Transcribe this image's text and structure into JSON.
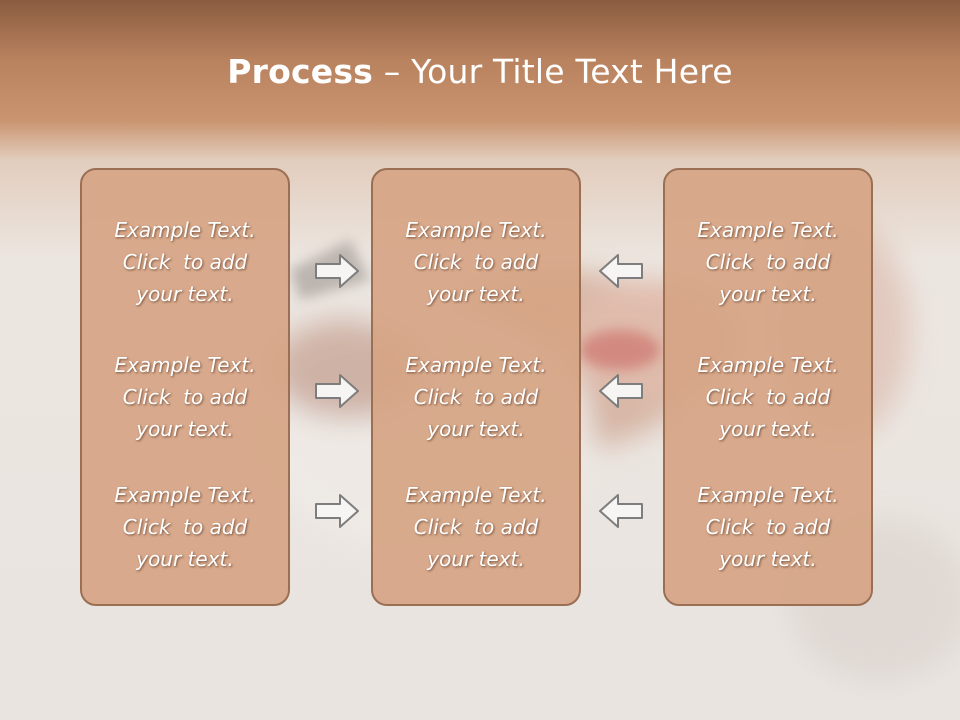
{
  "slide": {
    "title_bold": "Process",
    "title_rest": " – Your Title Text Here"
  },
  "columns": [
    {
      "items": [
        [
          "Example Text.",
          "Click  to add",
          "your text."
        ],
        [
          "Example Text.",
          "Click  to add",
          "your text."
        ],
        [
          "Example Text.",
          "Click  to add",
          "your text."
        ]
      ]
    },
    {
      "items": [
        [
          "Example Text.",
          "Click  to add",
          "your text."
        ],
        [
          "Example Text.",
          "Click  to add",
          "your text."
        ],
        [
          "Example Text.",
          "Click  to add",
          "your text."
        ]
      ]
    },
    {
      "items": [
        [
          "Example Text.",
          "Click  to add",
          "your text."
        ],
        [
          "Example Text.",
          "Click  to add",
          "your text."
        ],
        [
          "Example Text.",
          "Click  to add",
          "your text."
        ]
      ]
    }
  ],
  "arrows": {
    "left_group": "arrow-right-icon",
    "right_group": "arrow-left-icon"
  },
  "colors": {
    "header": "#b9825f",
    "box_fill": "#d6a484",
    "box_border": "#9a6f54",
    "text": "#ffffff"
  }
}
